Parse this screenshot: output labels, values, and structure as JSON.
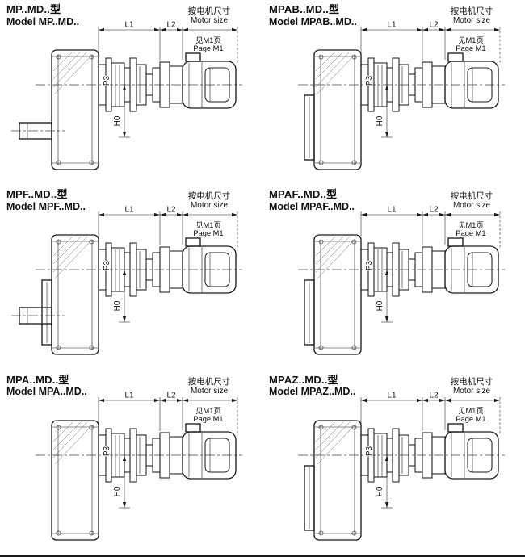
{
  "colors": {
    "ink": "#1c1c1c",
    "background": "#ffffff"
  },
  "panels": [
    {
      "title_cn": "MP..MD..型",
      "title_en": "Model MP..MD.."
    },
    {
      "title_cn": "MPAB..MD..型",
      "title_en": "Model MPAB..MD.."
    },
    {
      "title_cn": "MPF..MD..型",
      "title_en": "Model MPF..MD.."
    },
    {
      "title_cn": "MPAF..MD..型",
      "title_en": "Model MPAF..MD.."
    },
    {
      "title_cn": "MPA..MD..型",
      "title_en": "Model MPA..MD.."
    },
    {
      "title_cn": "MPAZ..MD..型",
      "title_en": "Model MPAZ..MD.."
    }
  ],
  "labels": {
    "l1": "L1",
    "l2": "L2",
    "p3": "P3",
    "h0": "H0",
    "motor_note_cn": "按电机尺寸",
    "motor_note_en": "Motor size",
    "page_ref_cn": "见M1页",
    "page_ref_en": "Page M1"
  }
}
